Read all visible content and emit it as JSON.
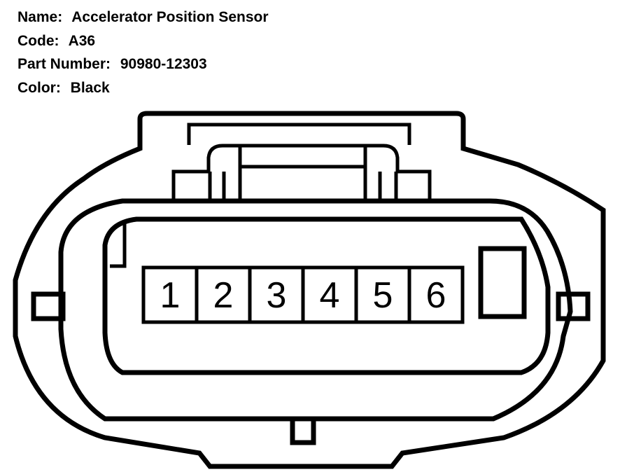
{
  "info": {
    "name_label": "Name:",
    "name_value": "Accelerator Position Sensor",
    "code_label": "Code:",
    "code_value": "A36",
    "part_label": "Part Number:",
    "part_value": "90980-12303",
    "color_label": "Color:",
    "color_value": "Black"
  },
  "connector": {
    "pins": [
      "1",
      "2",
      "3",
      "4",
      "5",
      "6"
    ]
  }
}
